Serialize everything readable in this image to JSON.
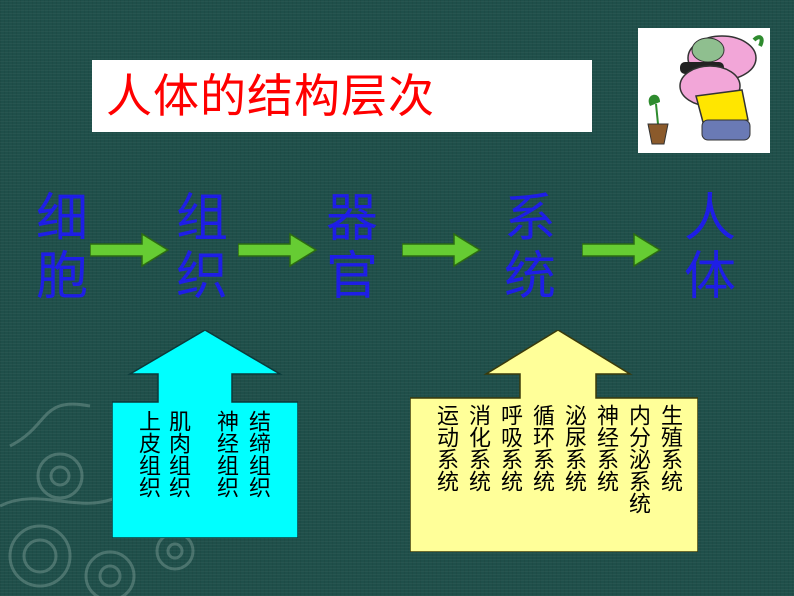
{
  "title": "人体的结构层次",
  "levels": [
    {
      "line1": "细",
      "line2": "胞"
    },
    {
      "line1": "组",
      "line2": "织"
    },
    {
      "line1": "器",
      "line2": "官"
    },
    {
      "line1": "系",
      "line2": "统"
    },
    {
      "line1": "人",
      "line2": "体"
    }
  ],
  "tissues": [
    "上皮组织",
    "肌肉组织",
    "神经组织",
    "结缔组织"
  ],
  "systems": [
    "运动系统",
    "消化系统",
    "呼吸系统",
    "循环系统",
    "泌尿系统",
    "神经系统",
    "内分泌系统",
    "生殖系统"
  ],
  "colors": {
    "background": "#1f4f4a",
    "title": "#ff0000",
    "levels": "#1e1ee6",
    "arrow": "#66cc33",
    "tissue_box": "#00ffff",
    "system_box": "#ffff99"
  },
  "icons": {
    "cartoon": "pig-with-plant-cartoon",
    "arrows": "right-arrow-icon",
    "callouts": "up-arrow-callout"
  }
}
